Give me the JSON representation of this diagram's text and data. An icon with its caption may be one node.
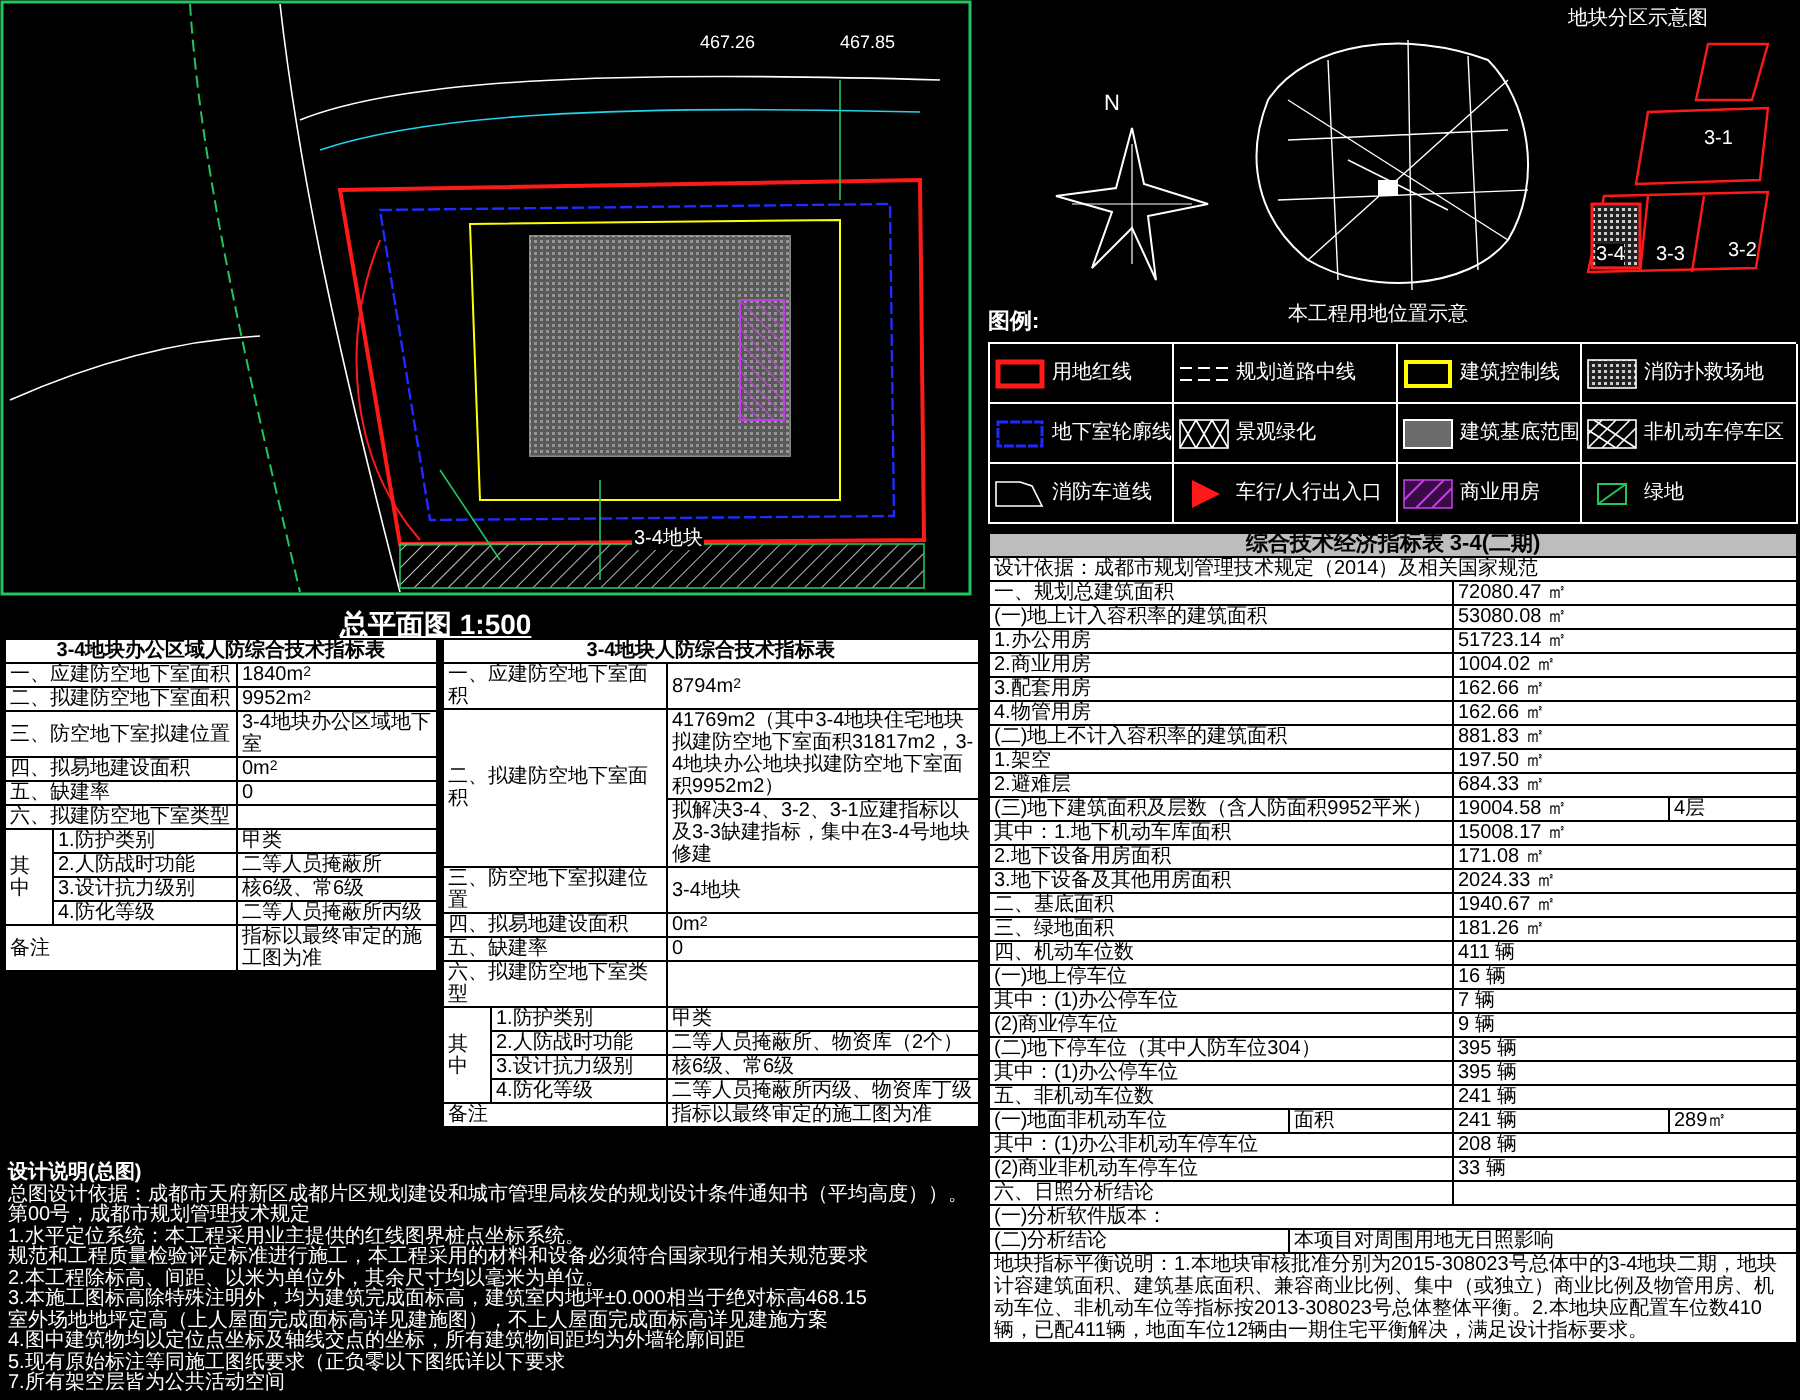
{
  "diagram": {
    "title": "总平面图 1:500",
    "labels": [
      "N",
      "本工程用地位置示意",
      "地块分区示意图",
      "3-1",
      "3-4",
      "3-3",
      "3-2",
      "467.26",
      "467.85",
      "3-4地块",
      "图例:",
      "3-4地块办公区域人防综合技术指标表",
      "一、应建防空地下室面积",
      "1840m$^{2}$",
      "二、拟建防空地下室面积",
      "9952m$^{2}$",
      "三、防空地下室拟建位置",
      "3-4地块办公区域地下室",
      "四、拟易地建设面积",
      "0m$^{2}$",
      "五、缺建率",
      "0",
      "六、拟建防空地下室类型",
      "其中",
      "1.防护类别",
      "甲类",
      "2.人防战时功能",
      "二等人员掩蔽所",
      "3.设计抗力级别",
      "核6级、常6级",
      "4.防化等级",
      "二等人员掩蔽所丙级",
      "备注",
      "指标以最终审定的施工图为准",
      "3-4地块人防综合技术指标表",
      "一、应建防空地下室面积",
      "8794m$^{2}$",
      "二、拟建防空地下室面积",
      "41769m2（其中3-4地块住宅地块拟建防空地下室面积31817m2，3-4地块办公地块拟建防空地下室面积9952m2）",
      "拟解决3-4、3-2、3-1应建指标以及3-3缺建指标，集中在3-4号地块修建",
      "三、防空地下室拟建位置",
      "3-4地块",
      "四、拟易地建设面积",
      "0m$^{2}$",
      "五、缺建率",
      "0",
      "六、拟建防空地下室类型",
      "其中",
      "1.防护类别",
      "甲类",
      "2.人防战时功能",
      "二等人员掩蔽所、物资库（2个）",
      "3.设计抗力级别",
      "核6级、常6级",
      "4.防化等级",
      "二等人员掩蔽所丙级、物资库丁级",
      "备注",
      "指标以最终审定的施工图为准",
      "综合技术经济指标表 3-4(二期)",
      "设计依据：成都市规划管理技术规定（2014）及相关国家规范",
      "一、规划总建筑面积",
      "72080.47 ㎡",
      "(一)地上计入容积率的建筑面积",
      "53080.08 ㎡",
      "1.办公用房",
      "51723.14 ㎡",
      "2.商业用房",
      "1004.02 ㎡",
      "3.配套用房",
      "162.66 ㎡",
      "4.物管用房",
      "162.66 ㎡",
      "(二)地上不计入容积率的建筑面积",
      "881.83 ㎡",
      "1.架空",
      "197.50 ㎡",
      "2.避难层",
      "684.33 ㎡",
      "(三)地下建筑面积及层数（含人防面积9952平米）",
      "19004.58 ㎡",
      "4层",
      "其中：1.地下机动车库面积",
      "15008.17 ㎡",
      "2.地下设备用房面积",
      "171.08 ㎡",
      "3.地下设备及其他用房面积",
      "2024.33 ㎡",
      "二、基底面积",
      "1940.67 ㎡",
      "三、绿地面积",
      "181.26 ㎡",
      "四、机动车位数",
      "411 辆",
      "(一)地上停车位",
      "16 辆",
      "其中：(1)办公停车位",
      "7 辆",
      "(2)商业停车位",
      "9 辆",
      "(二)地下停车位（其中人防车位304）",
      "395 辆",
      "其中：(1)办公停车位",
      "395 辆",
      "五、非机动车位数",
      "241 辆",
      "(一)地面非机动车位",
      "面积",
      "241 辆",
      "289㎡",
      "其中：(1)办公非机动车停车位",
      "208 辆",
      "(2)商业非机动车停车位",
      "33 辆",
      "六、日照分析结论",
      "(一)分析软件版本：",
      "(二)分析结论",
      "本项目对周围用地无日照影响",
      "地块指标平衡说明：1.本地块审核批准分别为2015-308023号总体中的3-4地块二期，地块计容建筑面积、建筑基底面积、兼容商业比例、集中（或独立）商业比例及物管用房、机动车位、非机动车位等指标按2013-308023号总体整体平衡。2.本地块应配置车位数410辆，已配411辆，地面车位12辆由一期住宅平衡解决，满足设计指标要求。",
      "设计说明(总图)",
      "总图设计依据：成都市天府新区成都片区规划建设和城市管理局核发的规划设计条件通知书（平均高度））。",
      "第00号，成都市规划管理技术规定",
      "1.水平定位系统：本工程采用业主提供的红线图界桩点坐标系统。",
      "规范和工程质量检验评定标准进行施工，本工程采用的材料和设备必须符合国家现行相关规范要求",
      "2.本工程除标高、间距、以米为单位外，其余尺寸均以毫米为单位。",
      "3.本施工图标高除特殊注明外，均为建筑完成面标高，建筑室内地坪±0.000相当于绝对标高468.15",
      "室外场地地坪定高（上人屋面完成面标高详见建施图），不上人屋面完成面标高详见建施方案",
      "4.图中建筑物均以定位点坐标及轴线交点的坐标，所有建筑物间距均为外墙轮廓间距",
      "5.现有原始标注等同施工图纸要求（正负零以下图纸详以下要求",
      "7.所有架空层皆为公共活动空间"
    ],
    "legend": [
      {
        "text": "用地红线"
      },
      {
        "text": "规划道路中线"
      },
      {
        "text": "建筑控制线"
      },
      {
        "text": "消防扑救场地"
      },
      {
        "text": "地下室轮廓线"
      },
      {
        "text": "景观绿化"
      },
      {
        "text": "建筑基底范围",
        "color": "#6b6b6b"
      },
      {
        "text": "非机动车停车区"
      },
      {
        "text": "消防车道线"
      },
      {
        "text": "车行/人行出入口"
      },
      {
        "text": "商业用房"
      },
      {
        "text": "绿地"
      }
    ]
  }
}
